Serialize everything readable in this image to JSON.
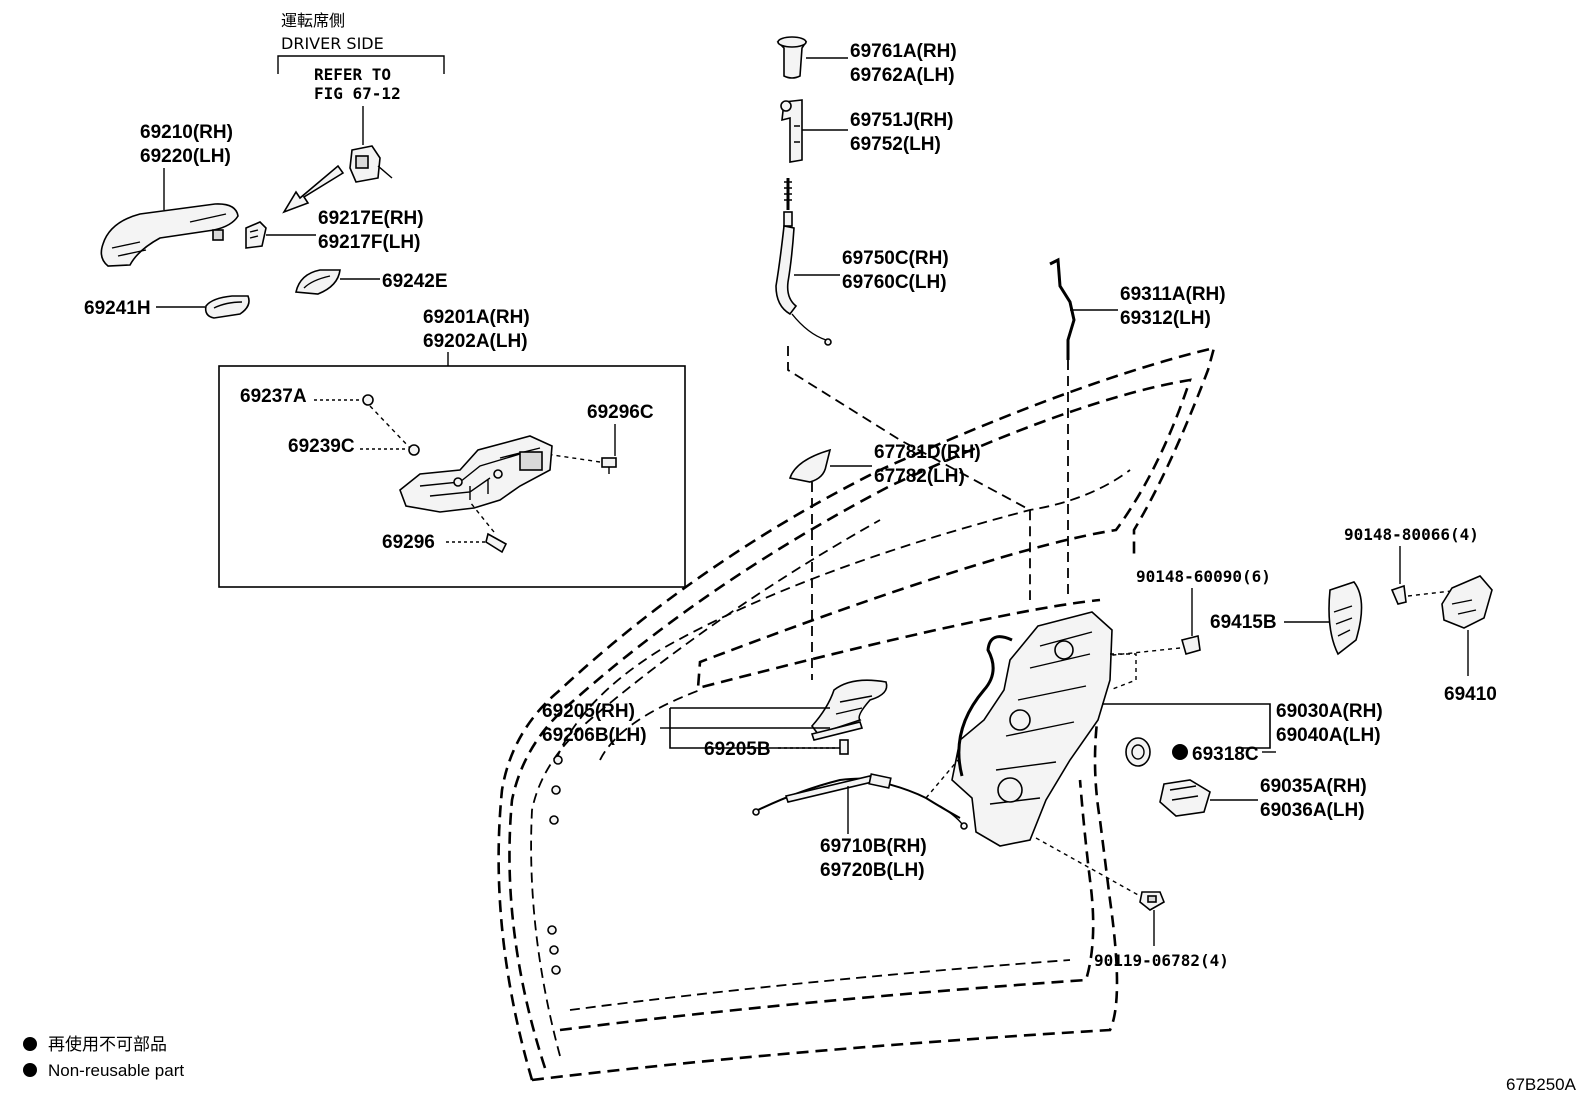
{
  "driver_side": {
    "title_jp": "運転席側",
    "title_en": "DRIVER SIDE",
    "refer_line1": "REFER TO",
    "refer_line2": "FIG 67-12"
  },
  "parts": {
    "p69210": "69210(RH)",
    "p69220": "69220(LH)",
    "p69217E": "69217E(RH)",
    "p69217F": "69217F(LH)",
    "p69242E": "69242E",
    "p69241H": "69241H",
    "p69201A": "69201A(RH)",
    "p69202A": "69202A(LH)",
    "p69237A": "69237A",
    "p69239C": "69239C",
    "p69296C": "69296C",
    "p69296": "69296",
    "p69761A": "69761A(RH)",
    "p69762A": "69762A(LH)",
    "p69751J": "69751J(RH)",
    "p69752": "69752(LH)",
    "p69750C": "69750C(RH)",
    "p69760C": "69760C(LH)",
    "p69311A": "69311A(RH)",
    "p69312": "69312(LH)",
    "p67781D": "67781D(RH)",
    "p67782": "67782(LH)",
    "p90148_80066": "90148-80066(4)",
    "p90148_60090": "90148-60090(6)",
    "p69415B": "69415B",
    "p69410": "69410",
    "p69205": "69205(RH)",
    "p69206B": "69206B(LH)",
    "p69205B": "69205B",
    "p69030A": "69030A(RH)",
    "p69040A": "69040A(LH)",
    "p69318C": "69318C",
    "p69035A": "69035A(RH)",
    "p69036A": "69036A(LH)",
    "p69710B": "69710B(RH)",
    "p69720B": "69720B(LH)",
    "p90119": "90119-06782(4)"
  },
  "legend": {
    "jp": "再使用不可部品",
    "en": "Non-reusable part"
  },
  "figure_code": "67B250A"
}
